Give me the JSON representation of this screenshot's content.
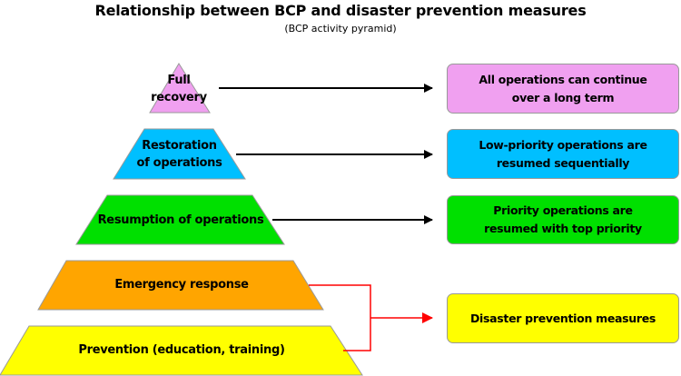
{
  "title": "Relationship between BCP and disaster prevention measures",
  "subtitle": "(BCP activity pyramid)",
  "colors": {
    "pink": "#f0a0f0",
    "blue": "#00bfff",
    "green": "#00e000",
    "orange": "#ffa500",
    "yellow": "#ffff00",
    "bcp_arrow": "#000000",
    "prevention_arrow": "#ff0000"
  },
  "pyramid": [
    {
      "id": "full-recovery",
      "line1": "Full",
      "line2": "recovery",
      "color": "pink"
    },
    {
      "id": "restoration",
      "line1": "Restoration",
      "line2": "of operations",
      "color": "blue"
    },
    {
      "id": "resumption",
      "line1": "Resumption of operations",
      "line2": "",
      "color": "green"
    },
    {
      "id": "emergency",
      "line1": "Emergency response",
      "line2": "",
      "color": "orange"
    },
    {
      "id": "prevention",
      "line1": "Prevention (education, training)",
      "line2": "",
      "color": "yellow"
    }
  ],
  "outcomes": [
    {
      "id": "long-term",
      "line1": "All operations can continue",
      "line2": "over a long term",
      "color": "pink"
    },
    {
      "id": "low-priority",
      "line1": "Low-priority operations are",
      "line2": "resumed sequentially",
      "color": "blue"
    },
    {
      "id": "priority",
      "line1": "Priority operations are",
      "line2": "resumed with top priority",
      "color": "green"
    },
    {
      "id": "disaster-prevention",
      "line1": "Disaster prevention measures",
      "line2": "",
      "color": "yellow"
    }
  ]
}
